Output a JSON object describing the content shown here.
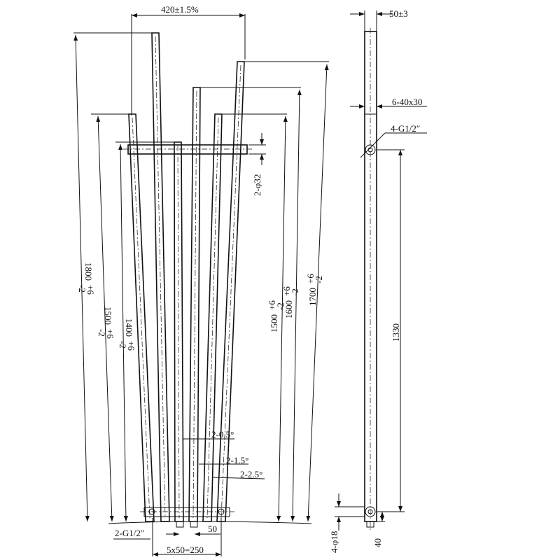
{
  "front_view": {
    "overall_width": "420±1.5%",
    "height_1800": "1800",
    "height_1500_left": "1500",
    "height_1400": "1400",
    "height_1500_right": "1500",
    "height_1600": "1600",
    "height_1700": "1700",
    "tol_plus": "+6",
    "tol_minus": "-2",
    "bar_dia": "2-φ32",
    "angle_05": "2-0.5°",
    "angle_15": "2-1.5°",
    "angle_25": "2-2.5°",
    "inlet_thread": "2-G1/2″",
    "pitch": "5x50=250",
    "spacing": "50"
  },
  "side_view": {
    "depth": "50±3",
    "tube_section": "6-40x30",
    "bracket_thread": "4-G1/2″",
    "bracket_spacing": "1330",
    "bracket_dia": "4-φ18",
    "bottom_offset": "40"
  }
}
